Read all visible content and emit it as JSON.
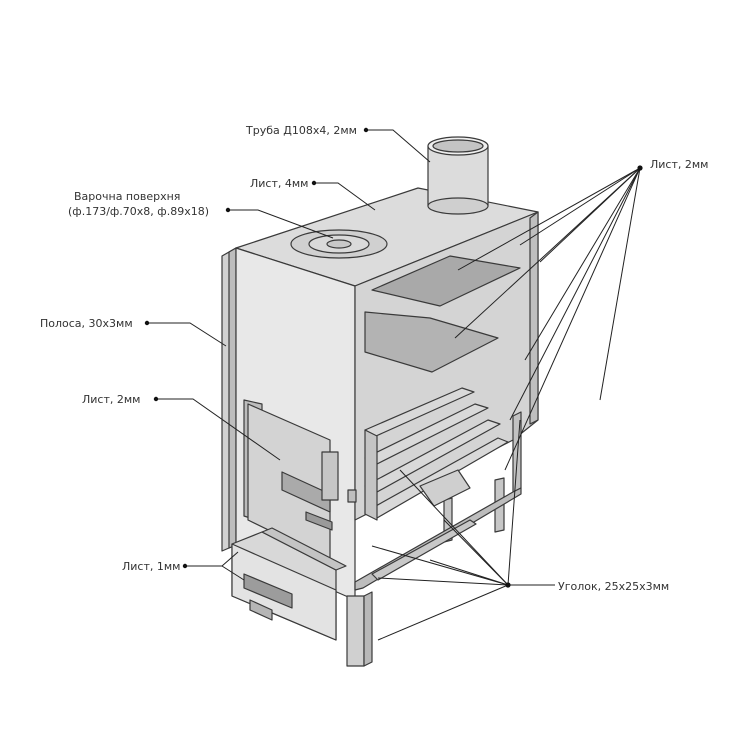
{
  "labels": {
    "pipe": "Труба Д108х4, 2мм",
    "top_sheet": "Лист, 4мм",
    "cooktop_line1": "Варочна поверхня",
    "cooktop_line2": "(ф.173/ф.70х8, ф.89х18)",
    "strip": "Полоса, 30х3мм",
    "door_sheet": "Лист, 2мм",
    "ash_sheet": "Лист, 1мм",
    "inner_sheets": "Лист, 2мм",
    "angle": "Уголок, 25х25х3мм"
  },
  "colors": {
    "body": "#e6e6e6",
    "side": "#cfcfcf",
    "interior": "#c9c9c9",
    "shelf": "#b4b4b4",
    "dark": "#8a8a8a",
    "line": "#222222"
  }
}
